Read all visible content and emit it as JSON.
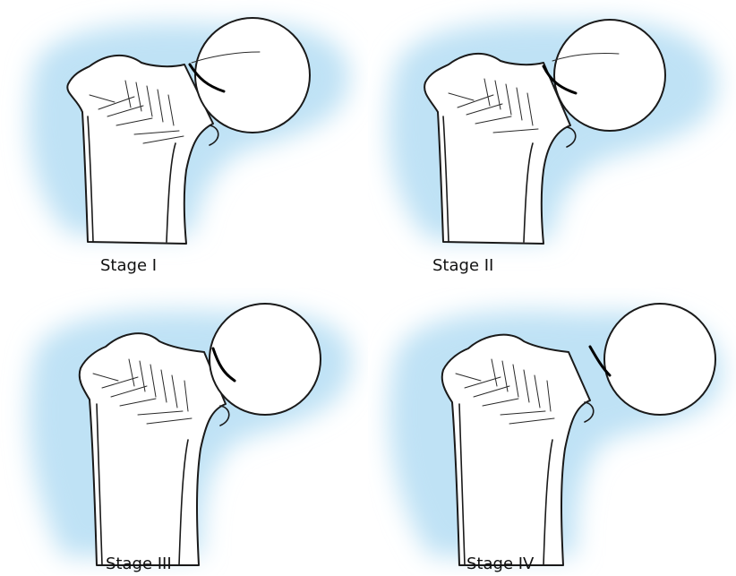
{
  "figure": {
    "background_color": "#ffffff",
    "soft_tissue_color": "#bfe2f5",
    "stages": [
      {
        "label": "Stage I"
      },
      {
        "label": "Stage II"
      },
      {
        "label": "Stage III"
      },
      {
        "label": "Stage IV"
      }
    ]
  }
}
